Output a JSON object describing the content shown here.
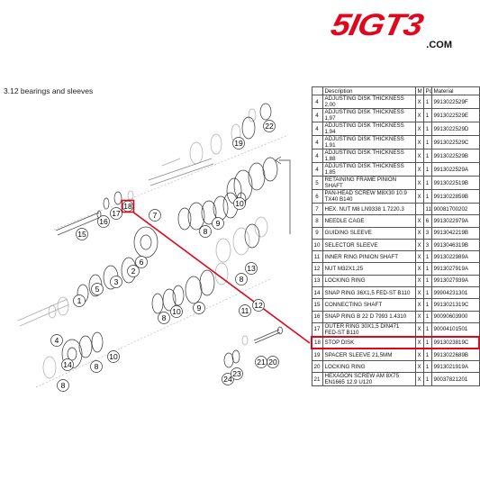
{
  "logo": {
    "brand": "5IGT3",
    "tld": ".COM"
  },
  "section_title": "3.12  bearings and sleeves",
  "table": {
    "headers": {
      "pos": "",
      "description": "Description",
      "m": "M",
      "pc": "Pc",
      "material": "Material"
    },
    "rows": [
      {
        "pos": "4",
        "description": "ADJUSTING DISK THICKNESS 2,00",
        "m": "X",
        "pc": "1",
        "material": "9913022529F"
      },
      {
        "pos": "4",
        "description": "ADJUSTING DISK THICKNESS 1,97",
        "m": "X",
        "pc": "1",
        "material": "9913022529E"
      },
      {
        "pos": "4",
        "description": "ADJUSTING DISK THICKNESS 1,94",
        "m": "X",
        "pc": "1",
        "material": "9913022529D"
      },
      {
        "pos": "4",
        "description": "ADJUSTING DISK THICKNESS 1,91",
        "m": "X",
        "pc": "1",
        "material": "9913022529C"
      },
      {
        "pos": "4",
        "description": "ADJUSTING DISK THICKNESS 1,88",
        "m": "X",
        "pc": "1",
        "material": "9913022529B"
      },
      {
        "pos": "4",
        "description": "ADJUSTING DISK THICKNESS 1,85",
        "m": "X",
        "pc": "1",
        "material": "9913022529A"
      },
      {
        "pos": "5",
        "description": "RETAINING FRAME PINION SHAFT",
        "m": "X",
        "pc": "1",
        "material": "9913022519B"
      },
      {
        "pos": "6",
        "description": "PAN-HEAD SCREW M8X30 10.9 TX40 B140",
        "m": "X",
        "pc": "1",
        "material": "9913022859B"
      },
      {
        "pos": "7",
        "description": "HEX. NUT M8 LN9338 1.7220.3",
        "m": "",
        "pc": "11",
        "material": "90081700202"
      },
      {
        "pos": "8",
        "description": "NEEDLE CAGE",
        "m": "X",
        "pc": "6",
        "material": "9913022979A"
      },
      {
        "pos": "9",
        "description": "GUIDING SLEEVE",
        "m": "X",
        "pc": "3",
        "material": "9913042219B"
      },
      {
        "pos": "10",
        "description": "SELECTOR SLEEVE",
        "m": "X",
        "pc": "3",
        "material": "9913046319B"
      },
      {
        "pos": "11",
        "description": "INNER RING PINION SHAFT",
        "m": "X",
        "pc": "1",
        "material": "9913022989A"
      },
      {
        "pos": "12",
        "description": "NUT M32X1,25",
        "m": "X",
        "pc": "1",
        "material": "9913027919A"
      },
      {
        "pos": "13",
        "description": "LOCKING RING",
        "m": "X",
        "pc": "1",
        "material": "9913027939A"
      },
      {
        "pos": "14",
        "description": "SNAP RING 36X1,5 FED-ST B110",
        "m": "X",
        "pc": "1",
        "material": "99904231301"
      },
      {
        "pos": "15",
        "description": "CONNECTING SHAFT",
        "m": "X",
        "pc": "1",
        "material": "9913021319C"
      },
      {
        "pos": "16",
        "description": "SNAP RING B 22 D 7993 1.4310",
        "m": "X",
        "pc": "1",
        "material": "90090603900"
      },
      {
        "pos": "17",
        "description": "OUTER RING 30X1,5 DIN471 FED-ST B110",
        "m": "X",
        "pc": "1",
        "material": "90004101501"
      },
      {
        "pos": "18",
        "description": "STOP DISK",
        "m": "X",
        "pc": "1",
        "material": "9913023819C",
        "highlight": true
      },
      {
        "pos": "19",
        "description": "SPACER SLEEVE 21,5MM",
        "m": "X",
        "pc": "1",
        "material": "9913022689B"
      },
      {
        "pos": "20",
        "description": "LOCKING RING",
        "m": "X",
        "pc": "1",
        "material": "9913021919A"
      },
      {
        "pos": "21",
        "description": "HEXAGON SCREW AM 8X75 EN1665 12.9 U120",
        "m": "X",
        "pc": "1",
        "material": "90037821201"
      }
    ]
  },
  "callouts": [
    "22",
    "19",
    "18",
    "17",
    "16",
    "15",
    "7",
    "6",
    "10",
    "8",
    "9",
    "5",
    "4",
    "3",
    "1",
    "2",
    "14",
    "11",
    "12",
    "13",
    "24",
    "23",
    "21",
    "20"
  ],
  "colors": {
    "brand_red": "#e0061b",
    "line": "#333333",
    "faint": "#9a9a9a"
  }
}
